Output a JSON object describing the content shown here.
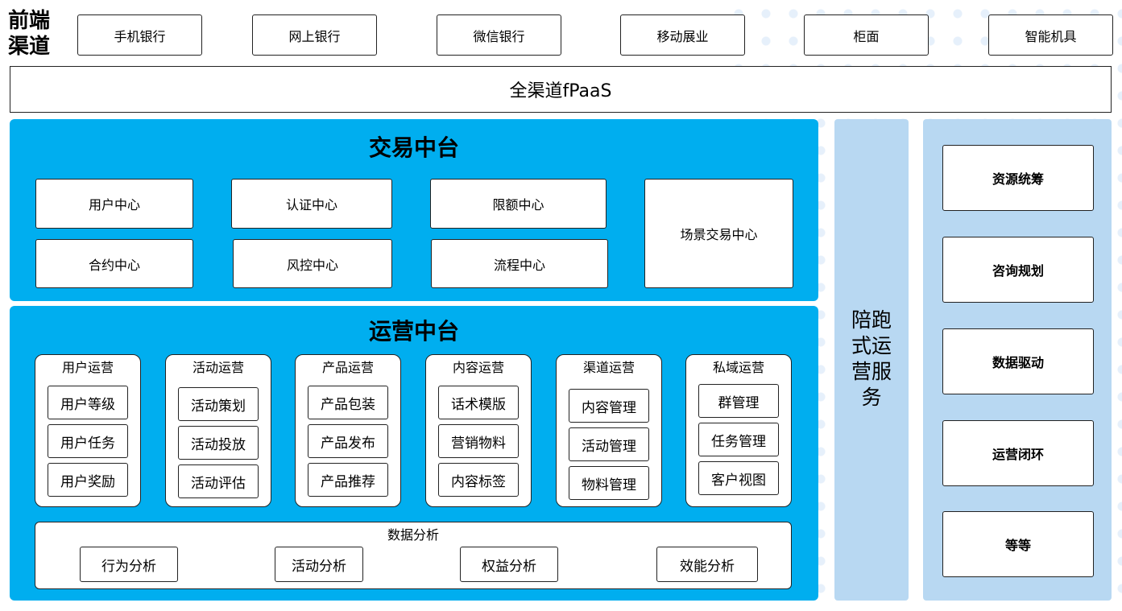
{
  "front": {
    "label": "前端\n渠道",
    "channels": [
      "手机银行",
      "网上银行",
      "微信银行",
      "移动展业",
      "柜面",
      "智能机具"
    ]
  },
  "fpaas": "全渠道fPaaS",
  "trade": {
    "title": "交易中台",
    "items": [
      "用户中心",
      "认证中心",
      "限额中心",
      "合约中心",
      "风控中心",
      "流程中心"
    ],
    "scene": "场景交易中心"
  },
  "ops": {
    "title": "运营中台",
    "groups": [
      {
        "title": "用户运营",
        "items": [
          "用户等级",
          "用户任务",
          "用户奖励"
        ]
      },
      {
        "title": "活动运营",
        "items": [
          "活动策划",
          "活动投放",
          "活动评估"
        ]
      },
      {
        "title": "产品运营",
        "items": [
          "产品包装",
          "产品发布",
          "产品推荐"
        ]
      },
      {
        "title": "内容运营",
        "items": [
          "话术模版",
          "营销物料",
          "内容标签"
        ]
      },
      {
        "title": "渠道运营",
        "items": [
          "内容管理",
          "活动管理",
          "物料管理"
        ]
      },
      {
        "title": "私域运营",
        "items": [
          "群管理",
          "任务管理",
          "客户视图"
        ]
      }
    ],
    "analysis": {
      "title": "数据分析",
      "items": [
        "行为分析",
        "活动分析",
        "权益分析",
        "效能分析"
      ]
    }
  },
  "service": {
    "label": "陪跑\n式运\n营服\n务",
    "items": [
      "资源统筹",
      "咨询规划",
      "数据驱动",
      "运营闭环",
      "等等"
    ]
  },
  "colors": {
    "panel": "#00aeef",
    "side": "#b8d8f2"
  }
}
